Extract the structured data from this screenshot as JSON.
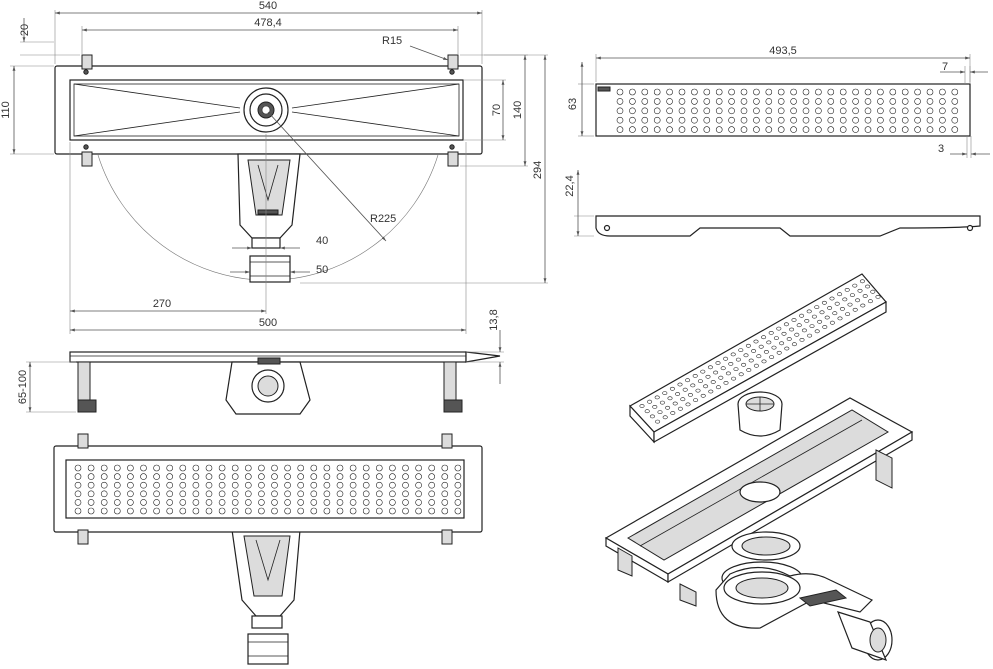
{
  "dimensions": {
    "d540": "540",
    "d478": "478,4",
    "d20": "20",
    "d110": "110",
    "dR15": "R15",
    "d70": "70",
    "d140": "140",
    "d294": "294",
    "dR225": "R225",
    "d40": "40",
    "d50": "50",
    "d270": "270",
    "d500": "500",
    "d13_8": "13,8",
    "d65_100": "65-100",
    "d493_5": "493,5",
    "d7": "7",
    "d63": "63",
    "d3": "3",
    "d22_4": "22,4"
  },
  "colors": {
    "line": "#222222",
    "dim": "#555555",
    "shade": "#dcdcdc",
    "dark": "#555555"
  }
}
